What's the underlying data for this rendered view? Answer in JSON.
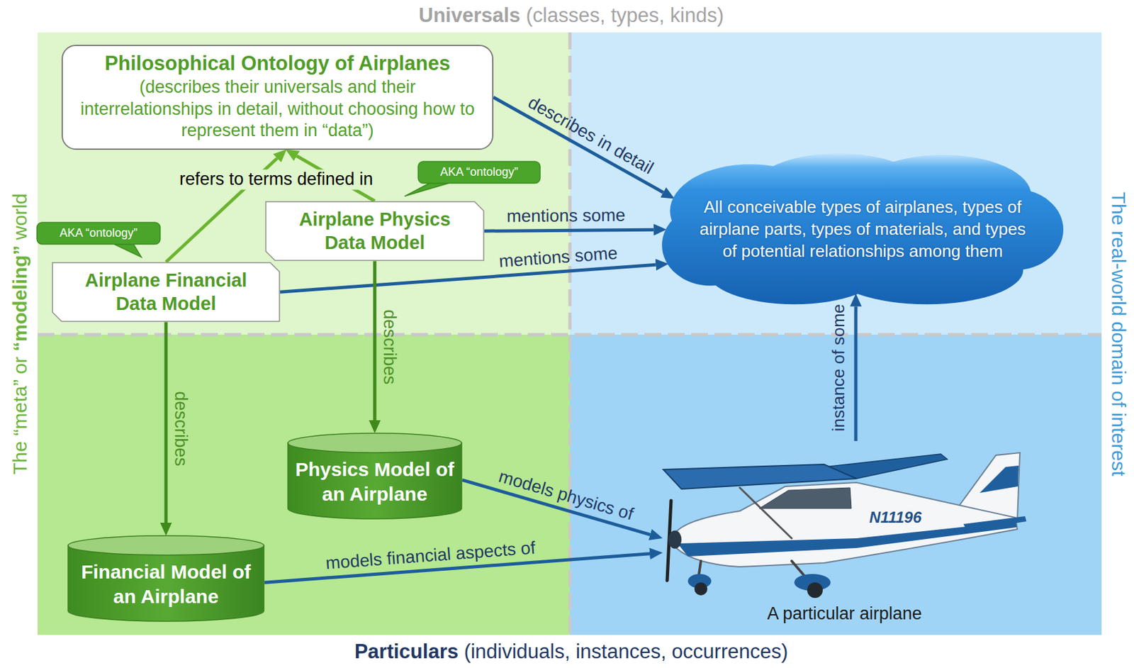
{
  "diagram": {
    "nodes": [
      {
        "text": [
          "Philosophical Ontology of Airplanes",
          "(describes their universals and their interrelationships in detail, without choosing how to represent them in “data”)"
        ]
      },
      {
        "text": [
          "All conceivable types of airplanes, types of airplane parts, types of materials, and types of potential relationships among them"
        ]
      },
      {
        "text": [
          "AKA “ontology”"
        ]
      },
      {
        "text": [
          "Airplane Physics Data Model"
        ]
      },
      {
        "text": [
          "AKA “ontology”"
        ]
      },
      {
        "text": [
          "Airplane Financial Data Model"
        ]
      },
      {
        "text": [
          "Physics Model of an Airplane"
        ]
      },
      {
        "text": [
          "Financial Model of an Airplane"
        ]
      },
      {
        "text": [
          "A particular airplane"
        ]
      }
    ],
    "edges": [
      {
        "from": 5,
        "to": 0,
        "arrow": "to",
        "label": "refers to terms defined in"
      },
      {
        "from": 3,
        "to": 0,
        "arrow": "to"
      },
      {
        "from": 0,
        "to": 1,
        "arrow": "to",
        "label": "describes in detail"
      },
      {
        "from": 3,
        "to": 1,
        "arrow": "to",
        "label": "mentions some"
      },
      {
        "from": 5,
        "to": 1,
        "arrow": "to",
        "label": "mentions some"
      },
      {
        "from": 3,
        "to": 6,
        "arrow": "to",
        "label": "describes"
      },
      {
        "from": 5,
        "to": 7,
        "arrow": "to",
        "label": "describes"
      },
      {
        "from": 6,
        "to": 8,
        "arrow": "to",
        "label": "models physics of"
      },
      {
        "from": 7,
        "to": 8,
        "arrow": "to",
        "label": "models financial aspects of"
      },
      {
        "from": 8,
        "to": 1,
        "arrow": "to",
        "label": "instance of some"
      }
    ],
    "labels": [
      "Universals",
      "(classes, types, kinds)",
      "The “meta” or",
      "“modeling”",
      "world",
      "The real-world domain of interest",
      "N11196",
      "Particulars",
      "(individuals, instances, occurrences)"
    ]
  }
}
